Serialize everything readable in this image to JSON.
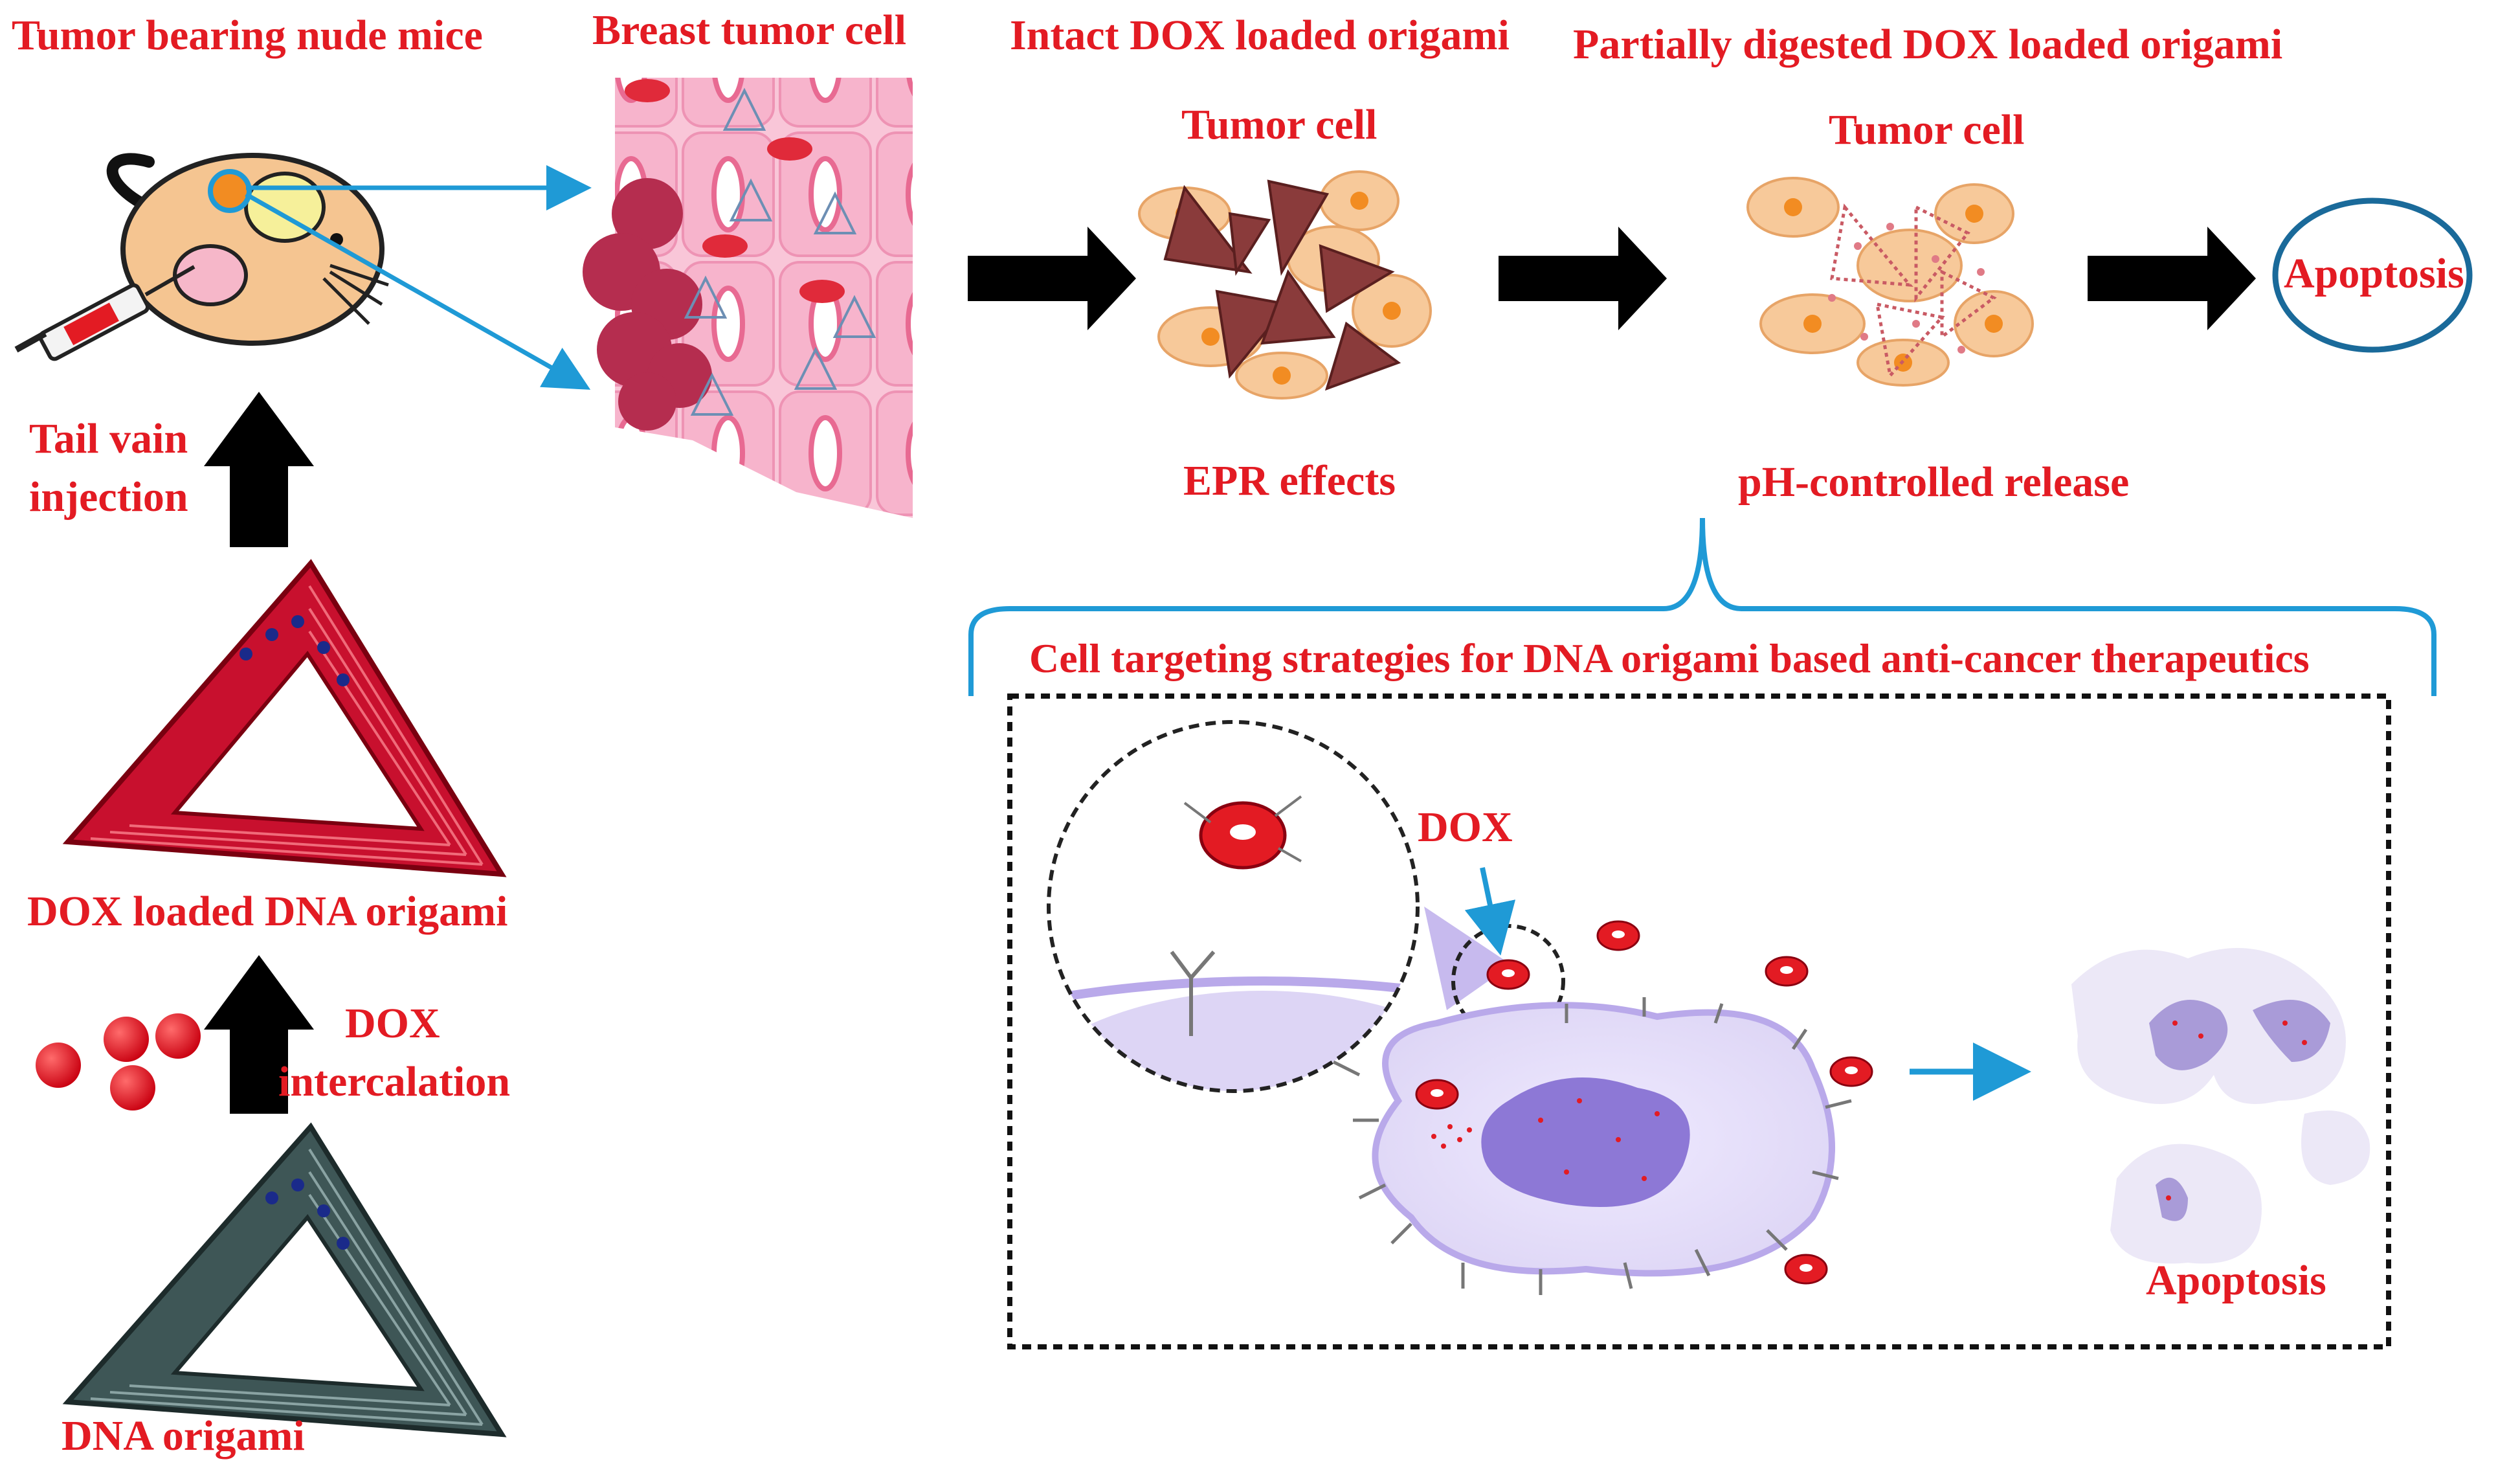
{
  "labels": {
    "tumor_bearing_mice": "Tumor bearing nude mice",
    "breast_tumor_cell": "Breast tumor cell",
    "intact_dox": "Intact DOX loaded origami",
    "partially_digested": "Partially digested DOX loaded origami",
    "tumor_cell_1": "Tumor cell",
    "tumor_cell_2": "Tumor cell",
    "apoptosis_top": "Apoptosis",
    "epr_effects": "EPR effects",
    "ph_release": "pH-controlled release",
    "tail_vain_line1": "Tail vain",
    "tail_vain_line2": "injection",
    "dox_loaded_origami": "DOX loaded DNA origami",
    "dox_line1": "DOX",
    "dox_line2": "intercalation",
    "dna_origami": "DNA origami",
    "cell_targeting": "Cell targeting strategies for DNA origami based anti-cancer therapeutics",
    "dox_inset": "DOX",
    "apoptosis_bottom": "Apoptosis"
  },
  "colors": {
    "label_red": "#e31b23",
    "arrow_blue": "#1f9ad6",
    "ellipse_blue": "#1a6a9a",
    "origami_red": "#c8102e",
    "origami_gray": "#3e5656",
    "cell_purple": "#8d78d6"
  }
}
